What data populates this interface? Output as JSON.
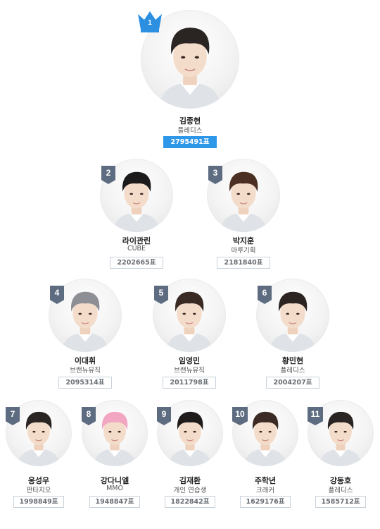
{
  "trainees": [
    {
      "rank": "1",
      "name": "김종현",
      "agency": "플레디스",
      "votes": "2795491표",
      "crown_icon": "crown-icon"
    },
    {
      "rank": "2",
      "name": "라이관린",
      "agency": "CUBE",
      "votes": "2202665표"
    },
    {
      "rank": "3",
      "name": "박지훈",
      "agency": "마루기획",
      "votes": "2181840표"
    },
    {
      "rank": "4",
      "name": "이대휘",
      "agency": "브랜뉴뮤직",
      "votes": "2095314표"
    },
    {
      "rank": "5",
      "name": "임영민",
      "agency": "브랜뉴뮤직",
      "votes": "2011798표"
    },
    {
      "rank": "6",
      "name": "황민현",
      "agency": "플레디스",
      "votes": "2004207표"
    },
    {
      "rank": "7",
      "name": "옹성우",
      "agency": "판타지오",
      "votes": "1998849표"
    },
    {
      "rank": "8",
      "name": "강다니엘",
      "agency": "MMO",
      "votes": "1948847표"
    },
    {
      "rank": "9",
      "name": "김재환",
      "agency": "개인 연습생",
      "votes": "1822842표"
    },
    {
      "rank": "10",
      "name": "주학년",
      "agency": "크래커",
      "votes": "1629176표"
    },
    {
      "rank": "11",
      "name": "강동호",
      "agency": "플레디스",
      "votes": "1585712표"
    }
  ],
  "colors": {
    "first_vote_bg": "#2f97e8",
    "rank_badge": "#5d6c80",
    "crown": "#2d8fe0",
    "vote_border": "#c8d1da"
  }
}
